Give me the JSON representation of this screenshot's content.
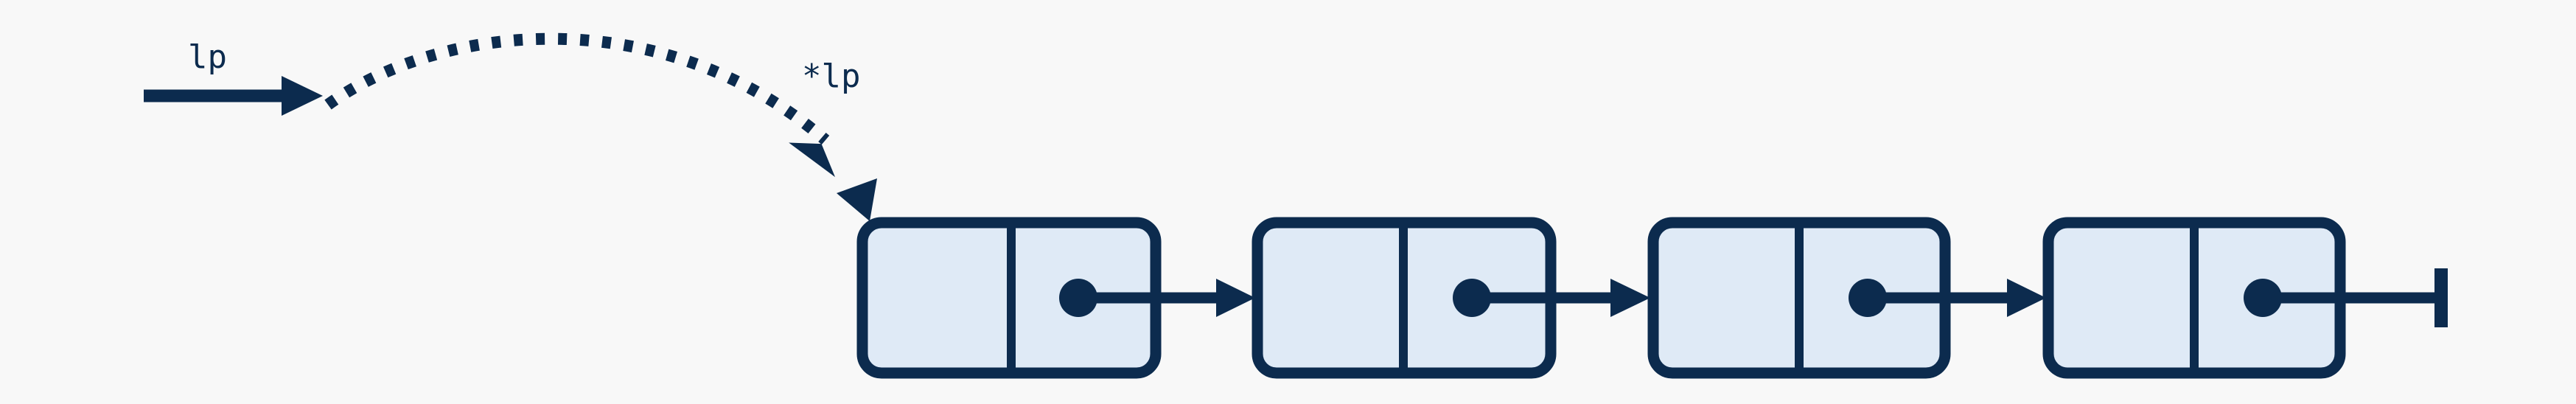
{
  "labels": {
    "pointer": "lp",
    "deref": "*lp"
  },
  "colors": {
    "background": "#f8f8f8",
    "stroke": "#0c2b4e",
    "node_fill": "#dfeaf6"
  },
  "nodes": [
    {
      "name": "node-1"
    },
    {
      "name": "node-2"
    },
    {
      "name": "node-3"
    },
    {
      "name": "node-4"
    }
  ],
  "terminator": "null-terminator"
}
